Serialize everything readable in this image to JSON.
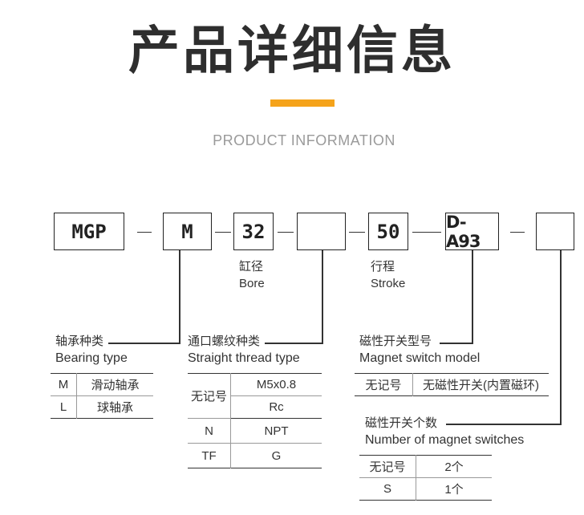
{
  "header": {
    "title": "产品详细信息",
    "subtitle": "PRODUCT INFORMATION",
    "accent_color": "#f5a31a"
  },
  "code_boxes": [
    "MGP",
    "M",
    "32",
    "",
    "50",
    "D-A93",
    ""
  ],
  "labels": {
    "bore_cn": "缸径",
    "bore_en": "Bore",
    "stroke_cn": "行程",
    "stroke_en": "Stroke",
    "bearing_cn": "轴承种类",
    "bearing_en": "Bearing type",
    "thread_cn": "通口螺纹种类",
    "thread_en": "Straight thread type",
    "switch_cn": "磁性开关型号",
    "switch_en": "Magnet switch model",
    "count_cn": "磁性开关个数",
    "count_en": "Number of magnet switches"
  },
  "bearing_table": [
    {
      "code": "M",
      "desc": "滑动轴承"
    },
    {
      "code": "L",
      "desc": "球轴承"
    }
  ],
  "thread_table": {
    "group_code": "无记号",
    "group_values": [
      "M5x0.8",
      "Rc"
    ],
    "rows": [
      {
        "code": "N",
        "value": "NPT"
      },
      {
        "code": "TF",
        "value": "G"
      }
    ]
  },
  "switch_table": [
    {
      "code": "无记号",
      "desc": "无磁性开关(内置磁环)"
    }
  ],
  "count_table": [
    {
      "code": "无记号",
      "value": "2个"
    },
    {
      "code": "S",
      "value": "1个"
    }
  ]
}
